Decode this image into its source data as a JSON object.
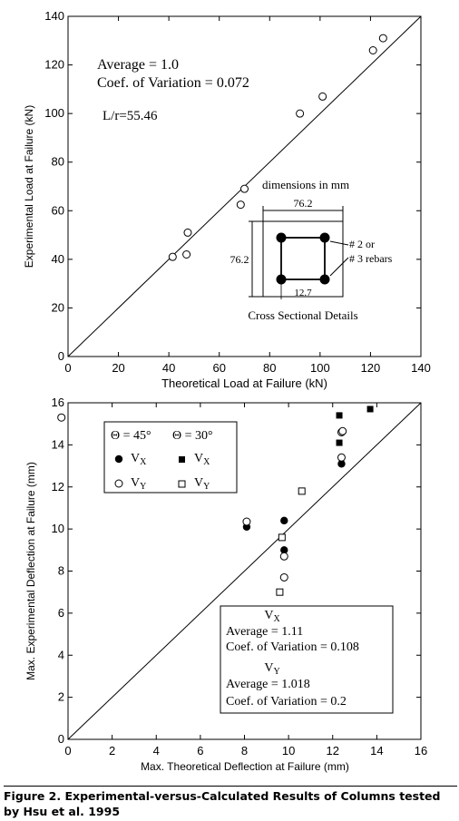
{
  "chart_data": [
    {
      "type": "scatter",
      "title": "",
      "xlabel": "Theoretical Load at Failure (kN)",
      "ylabel": "Experimental Load at Failure (kN)",
      "xlim": [
        0,
        140
      ],
      "ylim": [
        0,
        140
      ],
      "xticks": [
        "0",
        "20",
        "40",
        "60",
        "80",
        "100",
        "120",
        "140"
      ],
      "yticks": [
        "0",
        "20",
        "40",
        "60",
        "80",
        "100",
        "120",
        "140"
      ],
      "grid": false,
      "reference_line": "y = x",
      "series": [
        {
          "marker": "open-circle",
          "points": [
            {
              "x": 41.5,
              "y": 41
            },
            {
              "x": 47,
              "y": 42
            },
            {
              "x": 47.5,
              "y": 51
            },
            {
              "x": 68.5,
              "y": 62.5
            },
            {
              "x": 70,
              "y": 69
            },
            {
              "x": 92,
              "y": 100
            },
            {
              "x": 101,
              "y": 107
            },
            {
              "x": 121,
              "y": 126
            },
            {
              "x": 125,
              "y": 131
            }
          ]
        }
      ],
      "annotations": {
        "average": "Average = 1.0",
        "cov": "Coef. of Variation = 0.072",
        "slenderness": "L/r=55.46"
      },
      "inset": {
        "dimensions_note": "dimensions in mm",
        "width_label": "76.2",
        "height_label": "76.2",
        "cover_label": "12.7",
        "rebar_line1": "# 2 or",
        "rebar_line2": "# 3 rebars",
        "caption": "Cross Sectional Details"
      }
    },
    {
      "type": "scatter",
      "title": "",
      "xlabel": "Max. Theoretical Deflection at Failure (mm)",
      "ylabel": "Max. Experimental Deflection at Failure (mm)",
      "xlim": [
        0,
        16
      ],
      "ylim": [
        0,
        16
      ],
      "xticks": [
        "0",
        "2",
        "4",
        "6",
        "8",
        "10",
        "12",
        "14",
        "16"
      ],
      "yticks": [
        "0",
        "2",
        "4",
        "6",
        "8",
        "10",
        "12",
        "14",
        "16"
      ],
      "grid": false,
      "reference_line": "y = x",
      "legend": {
        "header_45": "Θ = 45°",
        "header_30": "Θ = 30°",
        "vx": "VX",
        "vy": "VY"
      },
      "series": [
        {
          "marker": "filled-circle",
          "points": [
            {
              "x": 8.1,
              "y": 10.1
            },
            {
              "x": 9.8,
              "y": 10.4
            },
            {
              "x": 9.8,
              "y": 9.0
            },
            {
              "x": 12.4,
              "y": 13.1
            }
          ]
        },
        {
          "marker": "open-circle",
          "points": [
            {
              "x": 8.1,
              "y": 10.35
            },
            {
              "x": 9.8,
              "y": 8.7
            },
            {
              "x": 9.8,
              "y": 7.7
            },
            {
              "x": 12.4,
              "y": 13.4
            },
            {
              "x": 12.4,
              "y": 14.6
            },
            {
              "x": 12.45,
              "y": 14.65
            },
            {
              "x": -0.3,
              "y": 15.3
            }
          ]
        },
        {
          "marker": "filled-square",
          "points": [
            {
              "x": 12.3,
              "y": 15.4
            },
            {
              "x": 12.3,
              "y": 14.1
            },
            {
              "x": 13.7,
              "y": 15.7
            }
          ]
        },
        {
          "marker": "open-square",
          "points": [
            {
              "x": 9.7,
              "y": 9.6
            },
            {
              "x": 9.6,
              "y": 7.0
            },
            {
              "x": 10.6,
              "y": 11.8
            }
          ]
        }
      ],
      "annotations": {
        "vx_title": "VX",
        "vx_average": "Average = 1.11",
        "vx_cov": "Coef. of Variation = 0.108",
        "vy_title": "VY",
        "vy_average": "Average = 1.018",
        "vy_cov": "Coef. of Variation = 0.2"
      }
    }
  ],
  "caption": "Figure 2. Experimental-versus-Calculated Results of Columns tested by Hsu et al. 1995"
}
